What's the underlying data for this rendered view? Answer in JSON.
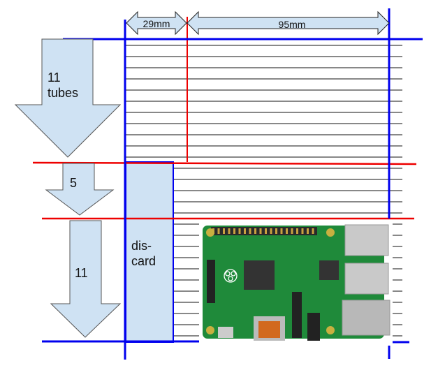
{
  "dimensions": {
    "left_width": "29mm",
    "right_width": "95mm"
  },
  "arrows": [
    {
      "label_line1": "11",
      "label_line2": "tubes"
    },
    {
      "label_line1": "5"
    },
    {
      "label_line1": "11"
    }
  ],
  "discard": {
    "line1": "dis-",
    "line2": "card"
  },
  "colors": {
    "blue": "#0000ee",
    "red": "#ee0000",
    "arrow_fill": "#cfe2f3",
    "board": "#1f8a3a"
  },
  "image": {
    "icon": "raspberry-pi-board"
  }
}
